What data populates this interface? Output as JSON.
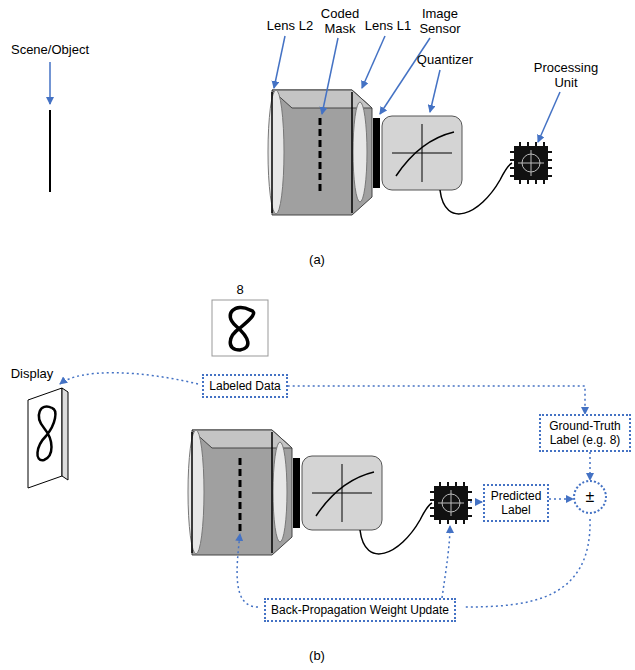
{
  "diagram": {
    "nodes": [
      {
        "text": [
          "Labeled Data"
        ]
      },
      {
        "text": [
          "Ground-Truth Label (e.g. 8)"
        ]
      },
      {
        "text": [
          "Predicted Label"
        ]
      },
      {
        "text": [
          "±"
        ]
      },
      {
        "text": [
          "Back-Propagation Weight Update"
        ]
      }
    ],
    "edges": [
      {
        "from": 0,
        "to": 1,
        "arrow": "to"
      },
      {
        "from": 1,
        "to": 3,
        "arrow": "to"
      },
      {
        "from": 2,
        "to": 3,
        "arrow": "to"
      }
    ],
    "labels": [
      "Scene/Object",
      "Lens L2",
      "Coded Mask",
      "Lens L1",
      "Image Sensor",
      "Quantizer",
      "Processing Unit",
      "(a)",
      "8",
      "Display",
      "(b)"
    ]
  }
}
